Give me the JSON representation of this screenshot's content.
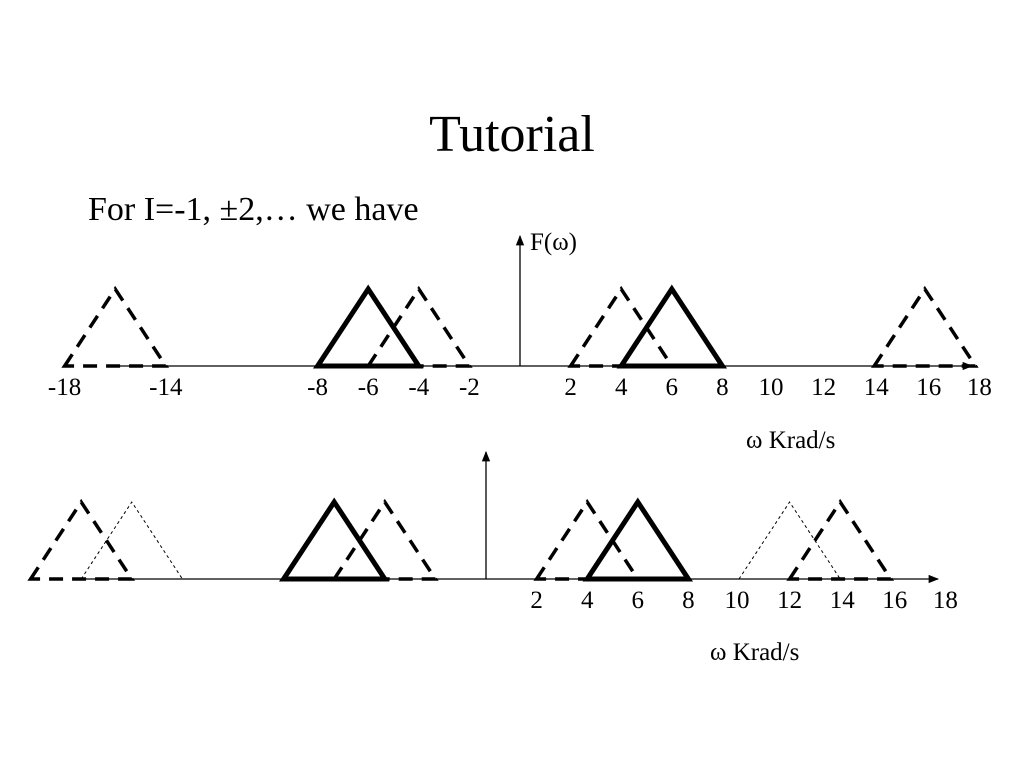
{
  "title": "Tutorial",
  "subtitle": "For I=-1, ±2,… we have",
  "top_plot": {
    "y_label": "F(ω)",
    "x_unit": "ω Krad/s",
    "tick_labels": [
      "-18",
      "-14",
      "-8",
      "-6",
      "-4",
      "-2",
      "2",
      "4",
      "6",
      "8",
      "10",
      "12",
      "14",
      "16",
      "18"
    ],
    "triangles": [
      {
        "style": "dashed",
        "center": -16,
        "half_width": 2
      },
      {
        "style": "solid",
        "center": -6,
        "half_width": 2
      },
      {
        "style": "dashed",
        "center": -4,
        "half_width": 2
      },
      {
        "style": "dashed",
        "center": 4,
        "half_width": 2
      },
      {
        "style": "solid",
        "center": 6,
        "half_width": 2
      },
      {
        "style": "dashed",
        "center": 16,
        "half_width": 2
      }
    ]
  },
  "bottom_plot": {
    "x_unit": "ω Krad/s",
    "tick_labels": [
      "2",
      "4",
      "6",
      "8",
      "10",
      "12",
      "14",
      "16",
      "18"
    ],
    "triangles": [
      {
        "style": "dashed",
        "center": -16,
        "half_width": 2
      },
      {
        "style": "dotted",
        "center": -14,
        "half_width": 2
      },
      {
        "style": "solid",
        "center": -6,
        "half_width": 2
      },
      {
        "style": "dashed",
        "center": -4,
        "half_width": 2
      },
      {
        "style": "dashed",
        "center": 4,
        "half_width": 2
      },
      {
        "style": "solid",
        "center": 6,
        "half_width": 2
      },
      {
        "style": "dotted",
        "center": 12,
        "half_width": 2
      },
      {
        "style": "dashed",
        "center": 14,
        "half_width": 2
      }
    ]
  }
}
